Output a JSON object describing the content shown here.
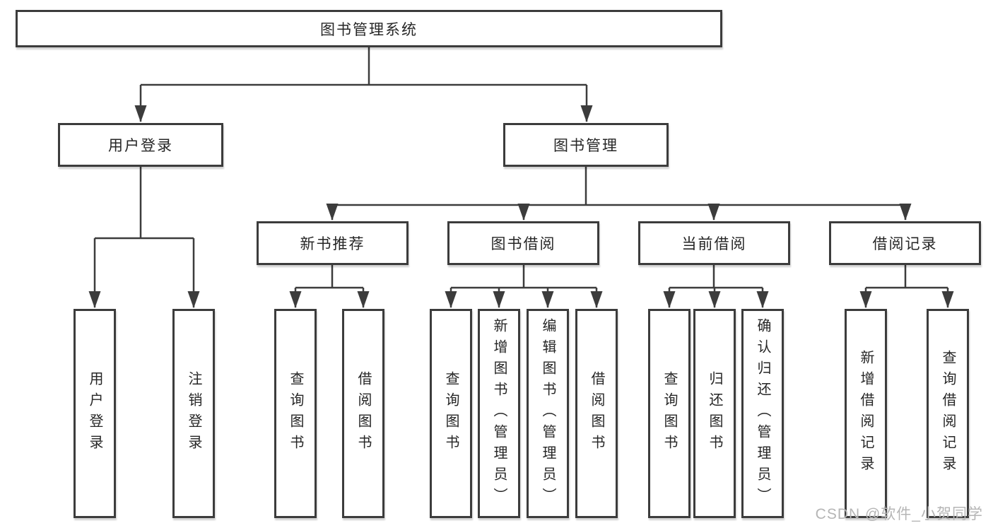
{
  "diagram": {
    "type": "hierarchy-tree",
    "tree": {
      "root": {
        "label": "图书管理系统"
      },
      "branches": [
        {
          "label": "用户登录",
          "children": [
            {
              "label": "用户登录"
            },
            {
              "label": "注销登录"
            }
          ]
        },
        {
          "label": "图书管理",
          "children": [
            {
              "label": "新书推荐",
              "children": [
                {
                  "label": "查询图书"
                },
                {
                  "label": "借阅图书"
                }
              ]
            },
            {
              "label": "图书借阅",
              "children": [
                {
                  "label": "查询图书"
                },
                {
                  "label": "新增图书（管理员）"
                },
                {
                  "label": "编辑图书（管理员）"
                },
                {
                  "label": "借阅图书"
                }
              ]
            },
            {
              "label": "当前借阅",
              "children": [
                {
                  "label": "查询图书"
                },
                {
                  "label": "归还图书"
                },
                {
                  "label": "确认归还（管理员）"
                }
              ]
            },
            {
              "label": "借阅记录",
              "children": [
                {
                  "label": "新增借阅记录"
                },
                {
                  "label": "查询借阅记录"
                }
              ]
            }
          ]
        }
      ]
    },
    "colors": {
      "line": "#3c3c3c",
      "text": "#262626",
      "background": "#ffffff",
      "watermark": "#b5b5b5"
    }
  },
  "watermark": {
    "text": "CSDN @软件_小贺同学"
  }
}
